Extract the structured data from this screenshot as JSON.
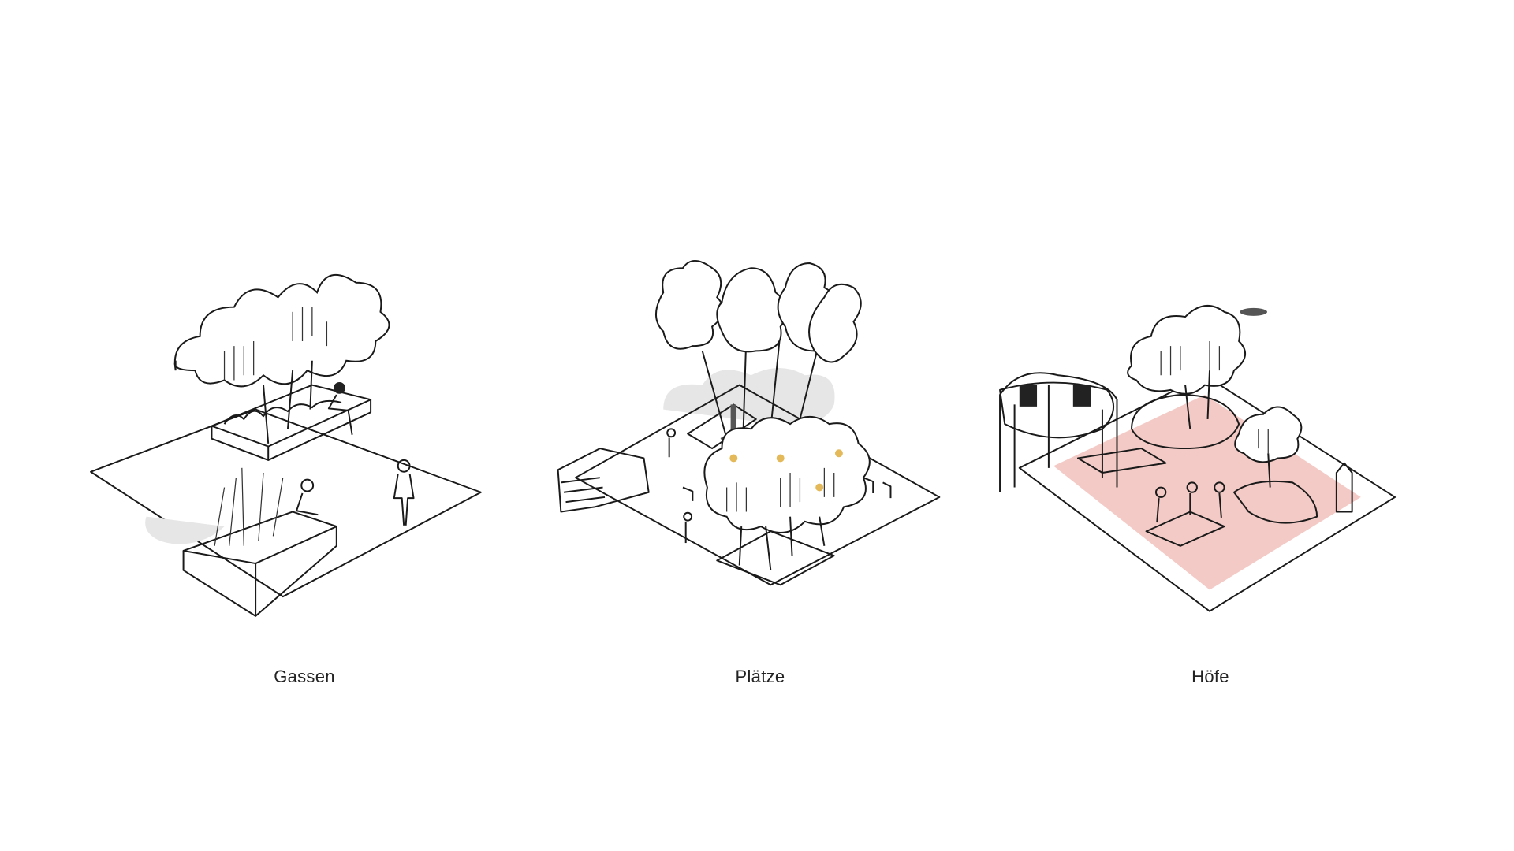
{
  "panels": [
    {
      "label": "Gassen",
      "ground_color": "#efe6d8"
    },
    {
      "label": "Plätze",
      "ground_color": "#e3b95a"
    },
    {
      "label": "Höfe",
      "ground_color": "#f9e4cd",
      "accent_color": "#e9a9a6"
    }
  ]
}
